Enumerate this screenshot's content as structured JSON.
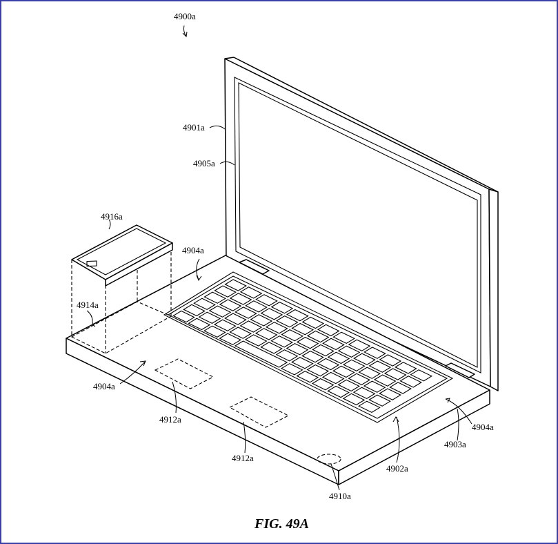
{
  "figure_caption": "FIG. 49A",
  "labels": {
    "device": "4900a",
    "display_housing": "4901a",
    "display": "4905a",
    "top_case_rear": "4904a",
    "top_case_left": "4904a",
    "top_case_right": "4904a",
    "external_device": "4916a",
    "projection": "4914a",
    "region_a": "4912a",
    "region_b": "4912a",
    "base": "4903a",
    "keyboard": "4902a",
    "sensor": "4910a"
  },
  "colors": {
    "line": "#000000",
    "frame": "#3b40a8",
    "background": "#ffffff"
  }
}
